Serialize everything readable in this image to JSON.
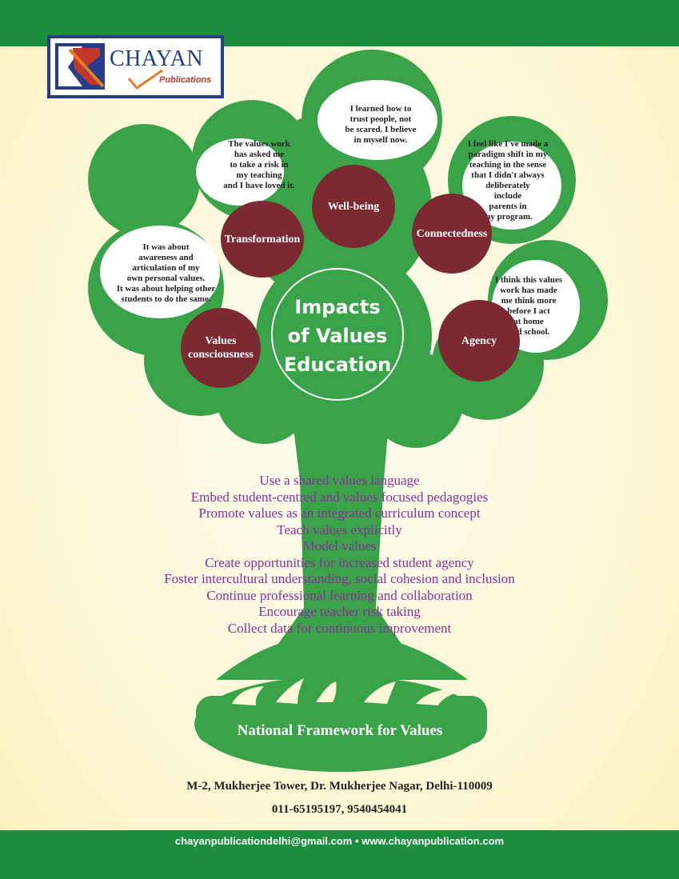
{
  "colors": {
    "green": "#3aa34a",
    "dark_green_bar": "#1d8d3e",
    "maroon_circle": "#7b2a32",
    "purple_text": "#8a2f9c",
    "logo_blue": "#283b8c",
    "logo_red": "#c0392b"
  },
  "logo": {
    "brand": "CHAYAN",
    "sub": "Publications",
    "icon": "chayan-logo-icon"
  },
  "center": {
    "title": "Impacts\nof Values\nEducation"
  },
  "impacts": [
    {
      "label": "Values consciousness"
    },
    {
      "label": "Transformation"
    },
    {
      "label": "Well-being"
    },
    {
      "label": "Connectedness"
    },
    {
      "label": "Agency"
    }
  ],
  "quotes": [
    {
      "text": "It was about\nawareness and\narticulation of my\nown personal values.\nIt was about helping other\nstudents to do the same."
    },
    {
      "text": "The values work\nhas asked me\nto take a risk in\nmy teaching\nand I have loved it."
    },
    {
      "text": "I learned how to\ntrust people, not\nbe scared. I believe\nin myself now."
    },
    {
      "text": "I feel like I've made a\nparadigm shift in my\nteaching in the sense\nthat I didn't always\ndeliberately\ninclude\nparents in\nmy program."
    },
    {
      "text": "I think this values\nwork has made\nme think more\nbefore I act\nat home\nand school."
    }
  ],
  "actions": [
    "Use a shared values language",
    "Embed student-centred and values focused pedagogies",
    "Promote values as an integrated curriculum concept",
    "Teach values explicitly",
    "Model values",
    "Create opportunities for increased student agency",
    "Foster intercultural understanding, social cohesion and inclusion",
    "Continue professional learning and collaboration",
    "Encourage teacher risk taking",
    "Collect data for continuous improvement"
  ],
  "base": {
    "label": "National Framework for Values"
  },
  "footer": {
    "address": "M-2, Mukherjee Tower, Dr. Mukherjee Nagar, Delhi-110009",
    "phone": "011-65195197, 9540454041",
    "contact": "chayanpublicationdelhi@gmail.com •  www.chayanpublication.com"
  }
}
